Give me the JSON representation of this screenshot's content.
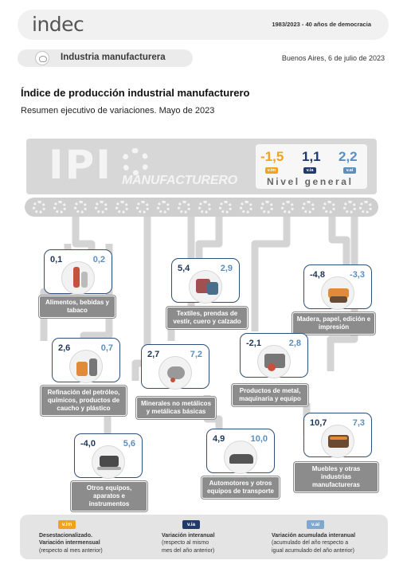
{
  "header": {
    "logo": "indec",
    "slogan": "1983/2023 - 40 años de democracia",
    "section": "Industria manufacturera",
    "date": "Buenos Aires, 6 de julio de 2023"
  },
  "title": "Índice de producción industrial manufacturero",
  "subtitle": "Resumen ejecutivo de variaciones. Mayo de 2023",
  "banner": {
    "ipi": "IPI",
    "manufacturero": "MANUFACTURERO",
    "nivel_general": "Nivel general",
    "kpis": [
      {
        "value": "-1,5",
        "tag": "v.im",
        "color": "#f0a31c"
      },
      {
        "value": "1,1",
        "tag": "v.ia",
        "color": "#1f3a6b"
      },
      {
        "value": "2,2",
        "tag": "v.ai",
        "color": "#5a8fc1"
      }
    ]
  },
  "sectors": [
    {
      "a": "0,1",
      "b": "0,2",
      "label": "Alimentos, bebidas y tabaco"
    },
    {
      "a": "5,4",
      "b": "2,9",
      "label": "Textiles, prendas de vestir, cuero y calzado"
    },
    {
      "a": "-4,8",
      "b": "-3,3",
      "label": "Madera, papel, edición e impresión"
    },
    {
      "a": "2,6",
      "b": "0,7",
      "label": "Refinación del petróleo, químicos, productos de caucho y plástico"
    },
    {
      "a": "2,7",
      "b": "7,2",
      "label": "Minerales no metálicos y metálicas básicas"
    },
    {
      "a": "-2,1",
      "b": "2,8",
      "label": "Productos de metal, maquinaria y equipo"
    },
    {
      "a": "-4,0",
      "b": "5,6",
      "label": "Otros equipos, aparatos e instrumentos"
    },
    {
      "a": "4,9",
      "b": "10,0",
      "label": "Automotores y otros equipos de transporte"
    },
    {
      "a": "10,7",
      "b": "7,3",
      "label": "Muebles y otras industrias manufactureras"
    }
  ],
  "legend": [
    {
      "tag": "v.im",
      "color": "#f0a31c",
      "bold": "Desestacionalizado.",
      "line2": "Variación intermensual",
      "line3": "(respecto al mes anterior)"
    },
    {
      "tag": "v.ia",
      "color": "#1f3a6b",
      "bold": "Variación interanual",
      "line2": "(respecto al mismo",
      "line3": "mes del año anterior)"
    },
    {
      "tag": "v.ai",
      "color": "#7fa8cf",
      "bold": "Variación acumulada interanual",
      "line2": "(acumulado del año respecto a",
      "line3": "igual acumulado del año anterior)"
    }
  ]
}
